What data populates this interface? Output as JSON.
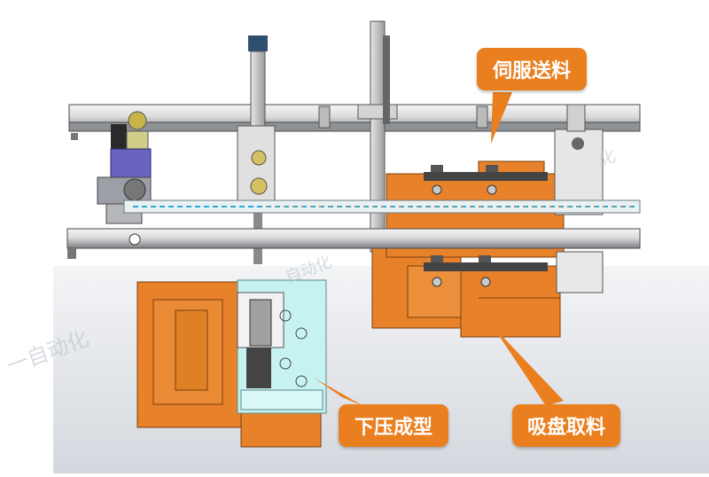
{
  "callouts": {
    "servo_feed": "伺服送料",
    "press_forming": "下压成型",
    "suction_pick": "吸盘取料"
  },
  "watermark": {
    "left_text": "一自动化",
    "center_text": "自动化",
    "right_text": "化"
  },
  "colors": {
    "frame_gray": "#8a8d92",
    "cardboard_orange": "#e8822a",
    "callout_orange": "#ea7f1f",
    "tray_cyan": "#c6f3f2",
    "motor_blue": "#6a63c2"
  }
}
